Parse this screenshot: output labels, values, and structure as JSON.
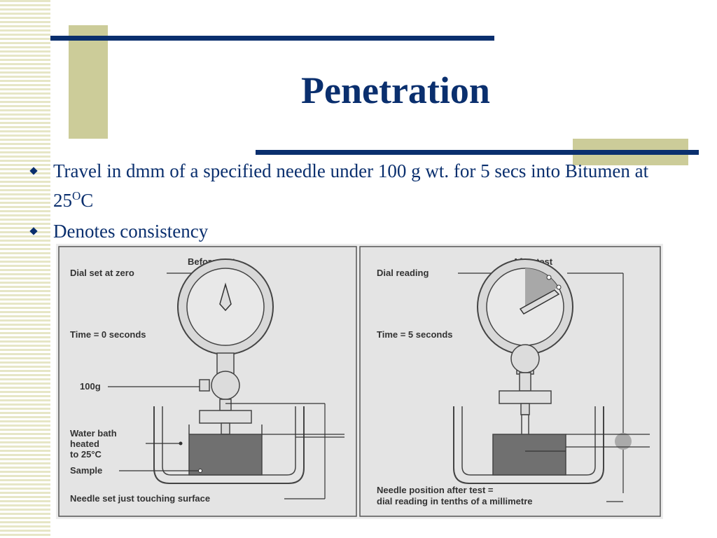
{
  "slide": {
    "title": "Penetration",
    "bullets": [
      {
        "text_before": "Travel in dmm of a specified needle under 100 g wt. for 5 secs into Bitumen at 25",
        "superscript": "O",
        "text_after": "C"
      },
      {
        "text": "Denotes consistency"
      }
    ]
  },
  "figure": {
    "before": {
      "heading": "Before test",
      "dial_label": "Dial set at zero",
      "time_label": "Time = 0 seconds",
      "weight_label": "100g",
      "bath_label_lines": [
        "Water bath",
        "heated",
        "to 25°C"
      ],
      "sample_label": "Sample",
      "needle_label": "Needle set just touching surface"
    },
    "after": {
      "heading": "After test",
      "dial_label": "Dial reading",
      "time_label": "Time = 5 seconds",
      "caption_lines": [
        "Needle position after test =",
        "dial reading in tenths of a millimetre"
      ]
    }
  },
  "colors": {
    "navy": "#0a2f6e",
    "tan": "#cccc99",
    "stripe": "#e6e6c6",
    "diagram_bg": "#e4e4e4",
    "sample": "#6e6e6e"
  }
}
